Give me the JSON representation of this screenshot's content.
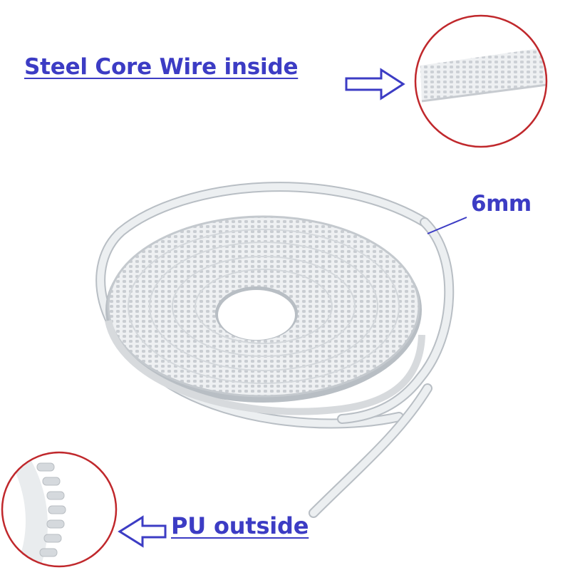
{
  "labels": {
    "steel_core": "Steel Core Wire inside",
    "width": "6mm",
    "pu": "PU outside"
  },
  "colors": {
    "label_text": "#3c3cc4",
    "arrow_stroke": "#3c3cc4",
    "callout_circle": "#c0282c",
    "belt_body": "#eceff1",
    "belt_edge": "#b8bec4"
  },
  "icons": {
    "steel_arrow": "right-arrow-icon",
    "pu_arrow": "left-arrow-icon"
  }
}
